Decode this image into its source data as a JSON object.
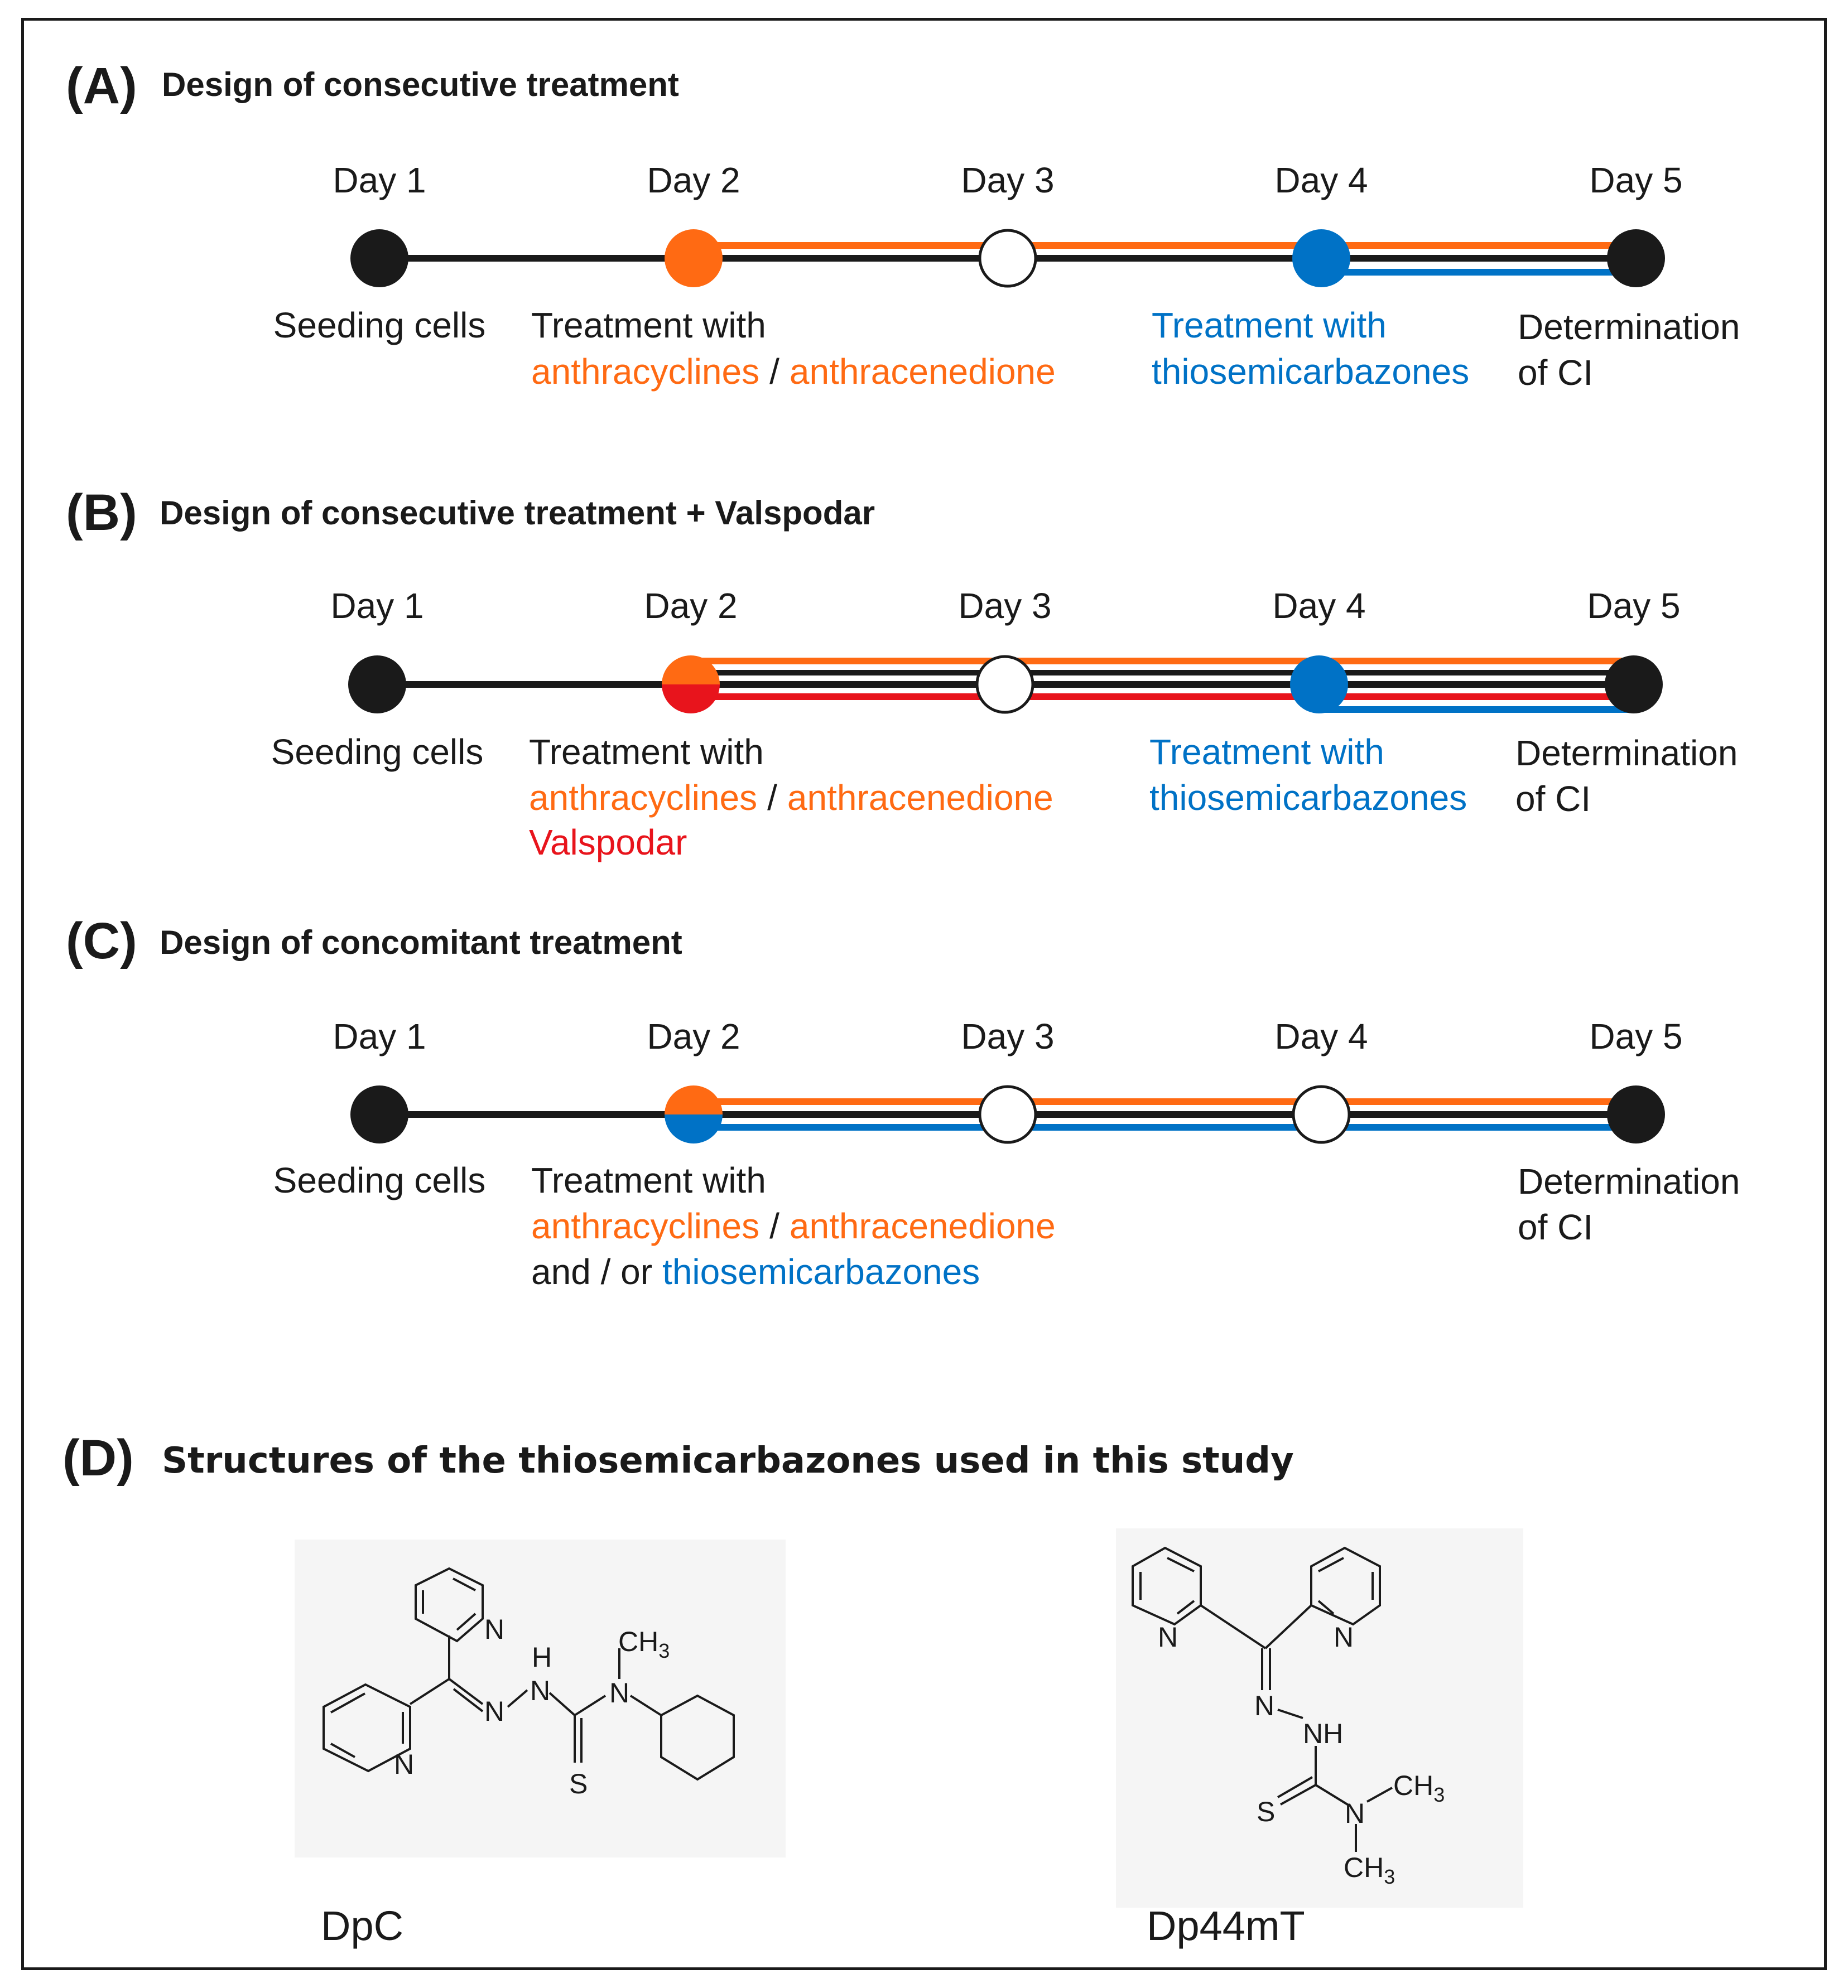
{
  "panel_a": {
    "letter": "(A)",
    "title": "Design of consecutive treatment",
    "days": [
      "Day 1",
      "Day 2",
      "Day 3",
      "Day 4",
      "Day 5"
    ],
    "seeding": "Seeding cells",
    "treat_with": "Treatment with",
    "anthracyclines": "anthracyclines",
    "slash": "/",
    "anthracenedione": "anthracenedione",
    "treat_with_blue": "Treatment with",
    "thiosemicarbazones": "thiosemicarbazones",
    "determination": "Determination",
    "of_ci": "of CI"
  },
  "panel_b": {
    "letter": "(B)",
    "title": "Design of consecutive treatment + Valspodar",
    "days": [
      "Day 1",
      "Day 2",
      "Day 3",
      "Day 4",
      "Day 5"
    ],
    "seeding": "Seeding cells",
    "treat_with": "Treatment with",
    "anthracyclines": "anthracyclines",
    "slash": "/",
    "anthracenedione": "anthracenedione",
    "valspodar": "Valspodar",
    "treat_with_blue": "Treatment with",
    "thiosemicarbazones": "thiosemicarbazones",
    "determination": "Determination",
    "of_ci": "of CI"
  },
  "panel_c": {
    "letter": "(C)",
    "title": "Design of concomitant treatment",
    "days": [
      "Day 1",
      "Day 2",
      "Day 3",
      "Day 4",
      "Day 5"
    ],
    "seeding": "Seeding cells",
    "treat_with": "Treatment with",
    "anthracyclines": "anthracyclines",
    "slash": "/",
    "anthracenedione": "anthracenedione",
    "and_or": "and / or",
    "thiosemicarbazones": "thiosemicarbazones",
    "determination": "Determination",
    "of_ci": "of CI"
  },
  "panel_d": {
    "letter": "(D)",
    "title": "Structures of the thiosemicarbazones used in this study",
    "compound1": {
      "name": "DpC",
      "atoms": {
        "n_pyr_top": "N",
        "n_pyr_bottom": "N",
        "n_imine": "N",
        "h": "H",
        "n_hydrazine": "N",
        "n_methyl": "N",
        "ch3": "CH",
        "ch3_sub": "3",
        "s": "S"
      }
    },
    "compound2": {
      "name": "Dp44mT",
      "atoms": {
        "n_pyr_left": "N",
        "n_pyr_right": "N",
        "n_imine": "N",
        "nh": "NH",
        "s": "S",
        "n_dimethyl": "N",
        "ch3_right": "CH",
        "ch3_right_sub": "3",
        "ch3_bottom": "CH",
        "ch3_bottom_sub": "3"
      }
    }
  },
  "colors": {
    "orange": "#ff6a13",
    "blue": "#0072c6",
    "red": "#e8141c",
    "black": "#1a1a1a"
  }
}
